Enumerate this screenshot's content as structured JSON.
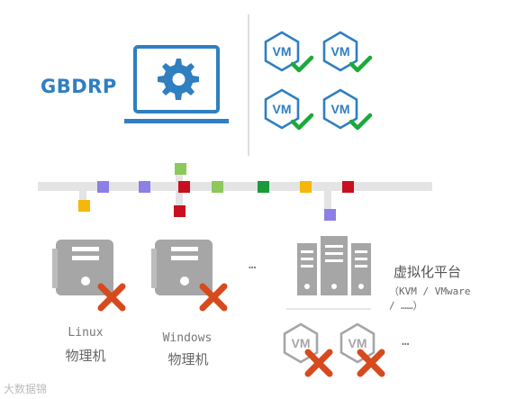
{
  "title": "GBDRP",
  "vm_label": "VM",
  "nodes": {
    "linux": {
      "name": "Linux",
      "subtitle": "物理机"
    },
    "windows": {
      "name": "Windows",
      "subtitle": "物理机"
    },
    "ellipsis_servers": "…",
    "ellipsis_vms": "…"
  },
  "virtualization": {
    "title": "虚拟化平台",
    "detail_line1": "（KVM / VMware",
    "detail_line2": "/ ……）"
  },
  "watermark": "大数据锦",
  "colors": {
    "brand_blue": "#2f7fc1",
    "check_green": "#1aaa3a",
    "cross_red": "#d64a1e",
    "server_gray": "#a6a6a6",
    "bus_gray": "#e4e4e4"
  },
  "packet_colors": {
    "purple": "#8c7fe6",
    "dark_red": "#c8101e",
    "green": "#8cc85a",
    "dark_green": "#1a9a3a",
    "yellow": "#f5b70a"
  },
  "icons": [
    "monitor-gear-icon",
    "vm-hexagon-icon",
    "check-icon",
    "server-tower-icon",
    "rack-server-icon",
    "cross-icon"
  ]
}
